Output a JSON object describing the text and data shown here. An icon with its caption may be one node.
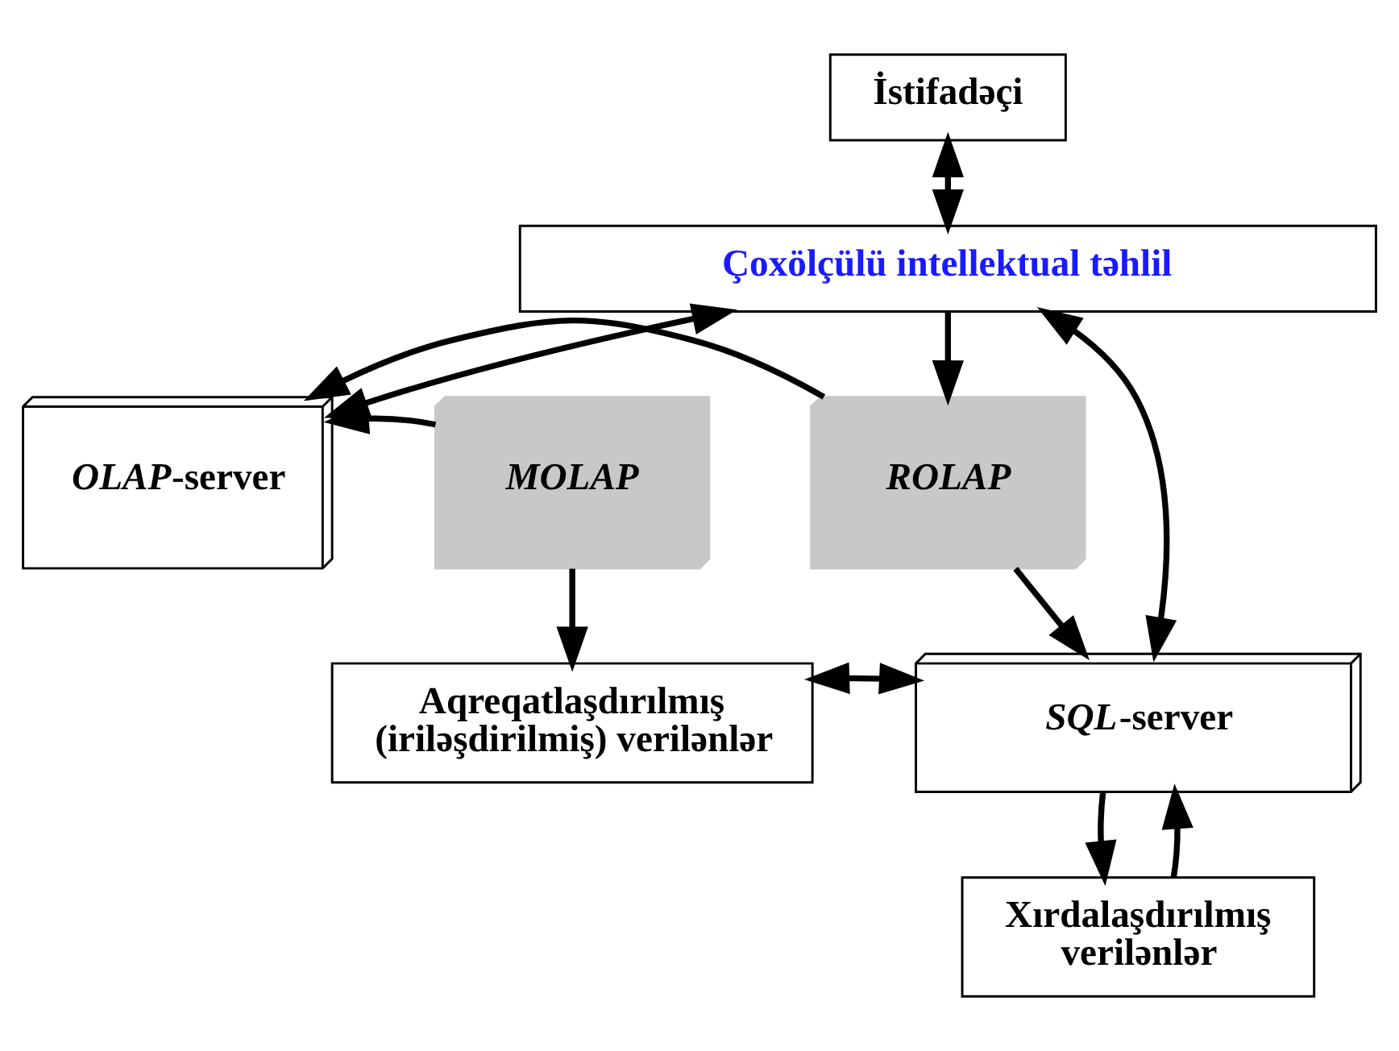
{
  "diagram": {
    "nodes": [
      {
        "text": [
          "İstifadəçi"
        ]
      },
      {
        "text": [
          "Çoxölçülü intellektual təhlil"
        ]
      },
      {
        "text": [
          "*MOLAP*"
        ]
      },
      {
        "text": [
          "*OLAP*-server"
        ]
      },
      {
        "text": [
          "*ROLAP*"
        ]
      },
      {
        "text": [
          "*SQL*-server"
        ]
      },
      {
        "text": [
          "Aqreqatlaşdırılmış (iriləşdirilmiş) verilənlər"
        ]
      },
      {
        "text": [
          "Xırdalaşdırılmış verilənlər"
        ]
      }
    ],
    "edges": [
      {
        "from": 0,
        "to": 1,
        "arrow": "both"
      },
      {
        "from": 1,
        "to": 3,
        "arrow": "both"
      },
      {
        "from": 1,
        "to": 5,
        "arrow": "both"
      },
      {
        "from": 1,
        "to": 4,
        "arrow": "to"
      },
      {
        "from": 2,
        "to": 3,
        "arrow": "to"
      },
      {
        "from": 4,
        "to": 3,
        "arrow": "to"
      },
      {
        "from": 4,
        "to": 5,
        "arrow": "to"
      },
      {
        "from": 2,
        "to": 6,
        "arrow": "to"
      },
      {
        "from": 6,
        "to": 5,
        "arrow": "both"
      },
      {
        "from": 5,
        "to": 7,
        "arrow": "to"
      },
      {
        "from": 7,
        "to": 5,
        "arrow": "to"
      }
    ]
  }
}
